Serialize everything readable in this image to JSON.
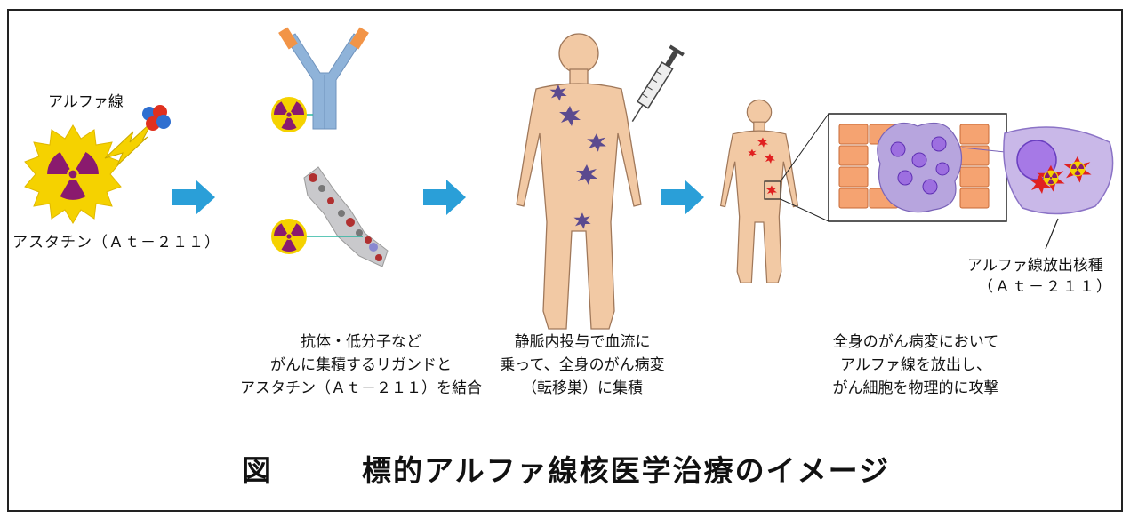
{
  "labels": {
    "alpha_ray": "アルファ線",
    "astatine": "アスタチン（Ａｔ－２１１）",
    "alpha_emitter_line1": "アルファ線放出核種",
    "alpha_emitter_line2": "（Ａｔ－２１１）"
  },
  "captions": {
    "step2": [
      "抗体・低分子など",
      "がんに集積するリガンドと",
      "アスタチン（Ａｔ－２１１）を結合"
    ],
    "step3": [
      "静脈内投与で血流に",
      "乗って、全身のがん病変",
      "（転移巣）に集積"
    ],
    "step4": [
      "全身のがん病変において",
      "アルファ線を放出し、",
      "がん細胞を物理的に攻撃"
    ]
  },
  "title": {
    "figure_label": "図",
    "text": "標的アルファ線核医学治療のイメージ"
  },
  "colors": {
    "arrow": "#2a9fd8",
    "radiation_yellow": "#f5d200",
    "radiation_purple": "#8a1a6e",
    "body_skin": "#f2c9a4",
    "cancer_purple": "#5b4a8f",
    "cancer_red": "#e02020",
    "antibody_blue": "#8fb3d9",
    "antibody_orange": "#f29447",
    "cell_orange": "#f5a371",
    "cell_violet": "#a98fd6"
  }
}
